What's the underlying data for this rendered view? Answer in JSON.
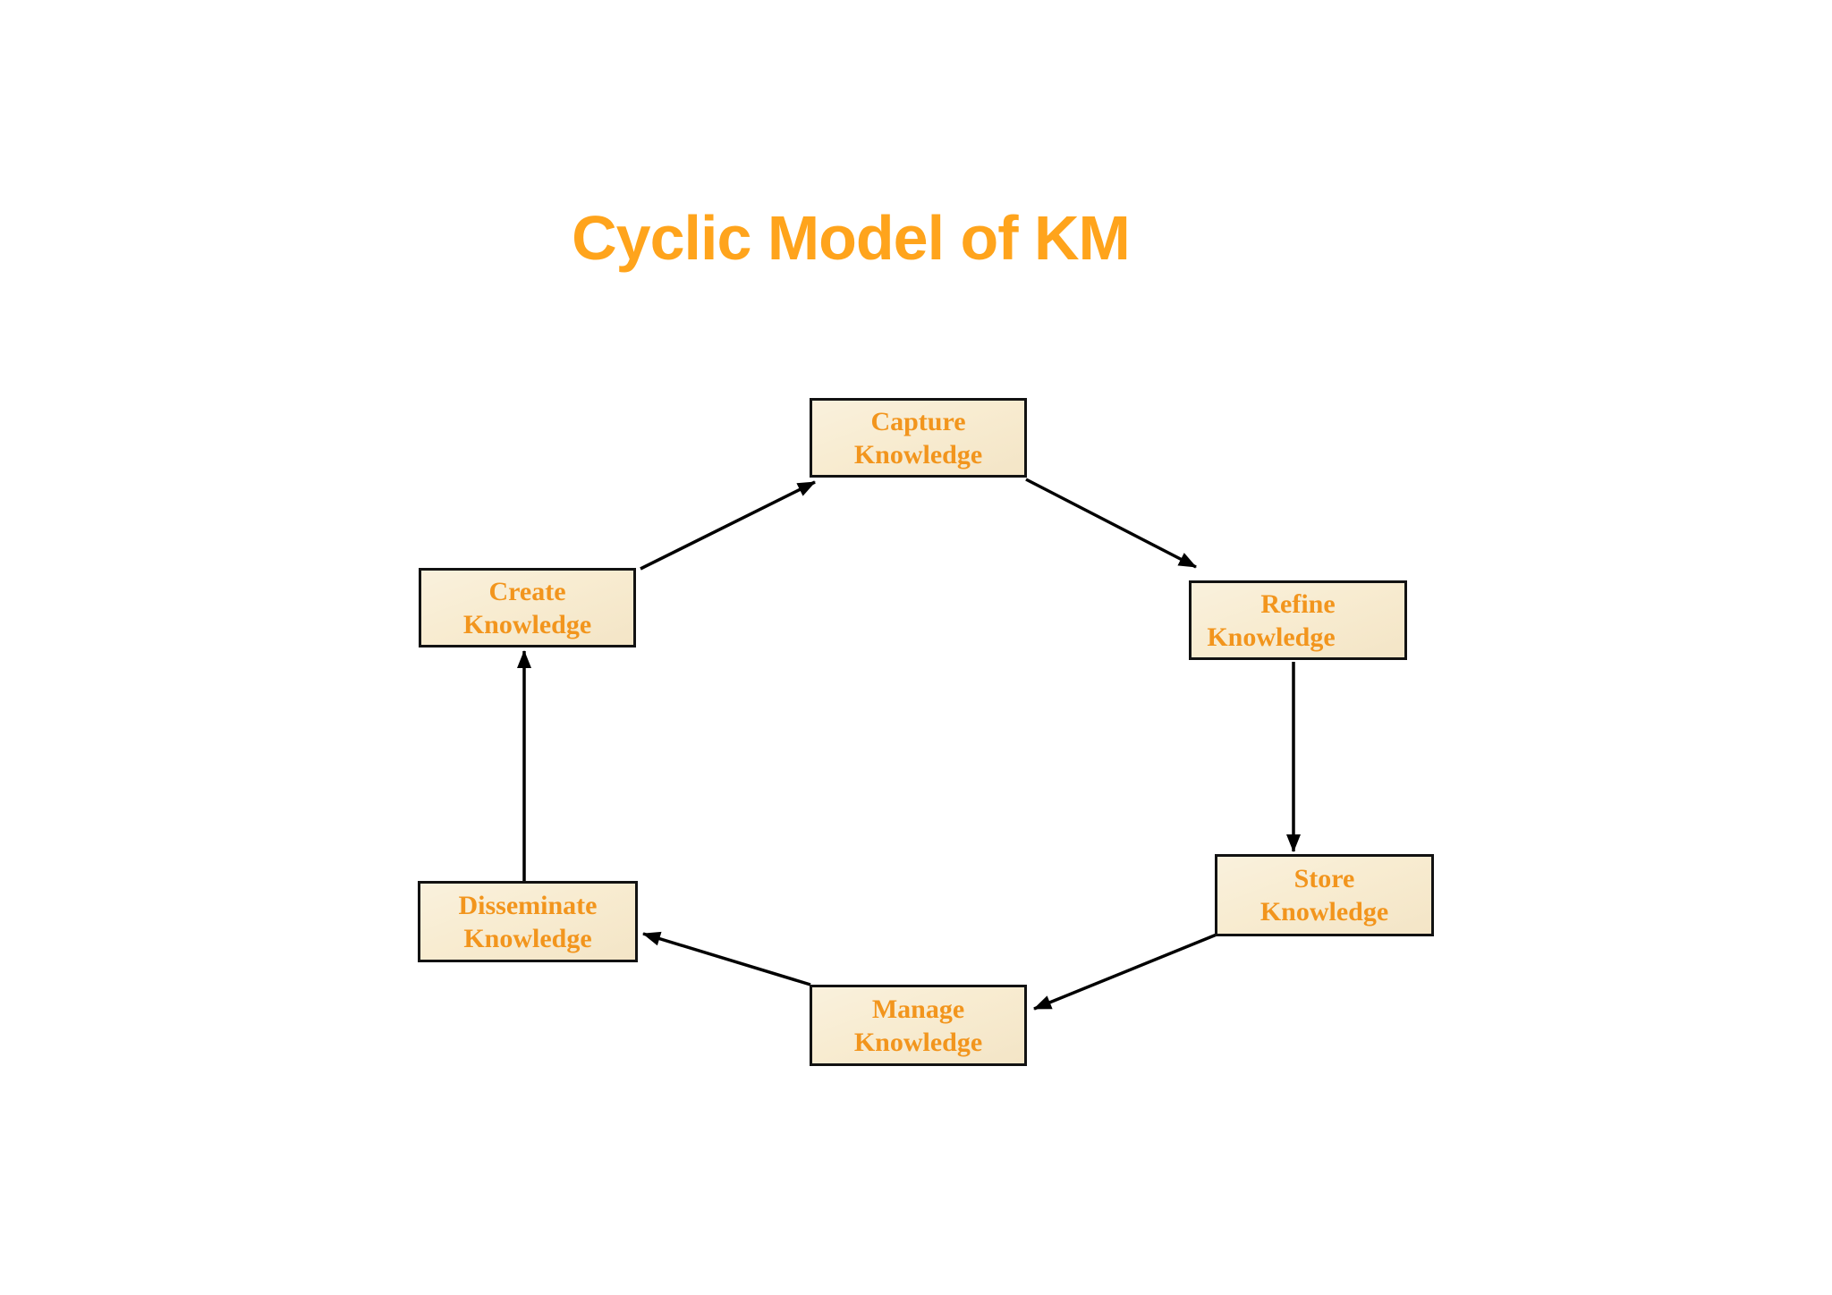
{
  "title": "Cyclic Model of KM",
  "colors": {
    "background": "#FFFFFF",
    "title": "#FFA41C",
    "node_text": "#F2951D",
    "node_fill": "#F8ECD1",
    "node_border": "#121212",
    "arrow": "#000000"
  },
  "nodes": [
    {
      "id": "capture",
      "line1": "Capture",
      "line2": "Knowledge"
    },
    {
      "id": "create",
      "line1": "Create",
      "line2": "Knowledge"
    },
    {
      "id": "refine",
      "line1": "Refine",
      "line2": "Knowledge"
    },
    {
      "id": "store",
      "line1": "Store",
      "line2": "Knowledge"
    },
    {
      "id": "disseminate",
      "line1": "Disseminate",
      "line2": "Knowledge"
    },
    {
      "id": "manage",
      "line1": "Manage",
      "line2": "Knowledge"
    }
  ],
  "edges": [
    {
      "from": "create",
      "to": "capture"
    },
    {
      "from": "capture",
      "to": "refine"
    },
    {
      "from": "refine",
      "to": "store"
    },
    {
      "from": "store",
      "to": "manage"
    },
    {
      "from": "manage",
      "to": "disseminate"
    },
    {
      "from": "disseminate",
      "to": "create"
    }
  ]
}
